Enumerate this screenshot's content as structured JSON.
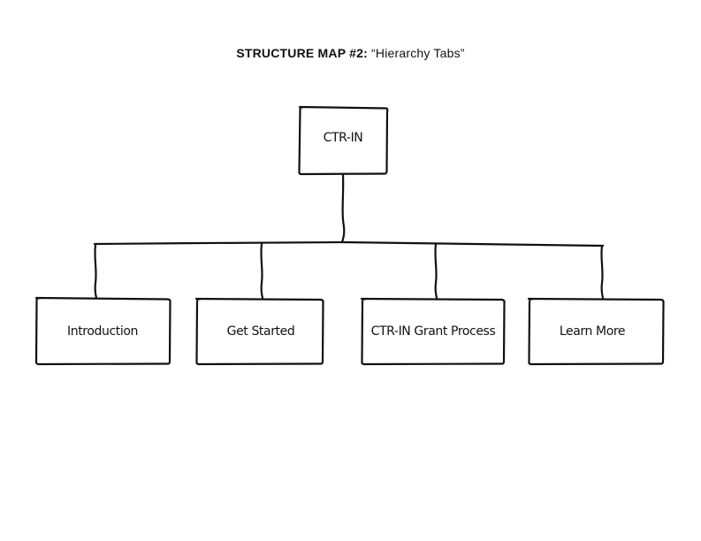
{
  "title": {
    "label": "STRUCTURE MAP #2:",
    "name": "“Hierarchy Tabs”"
  },
  "root": {
    "label": "CTR-IN"
  },
  "children": [
    {
      "label": "Introduction"
    },
    {
      "label": "Get Started"
    },
    {
      "label": "CTR-IN Grant Process"
    },
    {
      "label": "Learn More"
    }
  ]
}
